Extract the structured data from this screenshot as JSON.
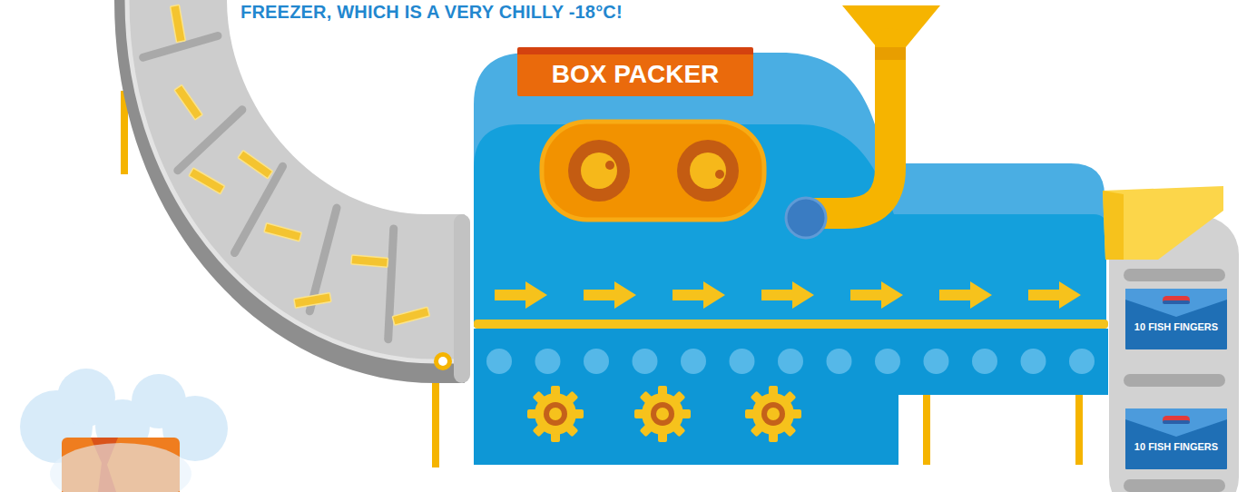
{
  "diagram": {
    "nodes": [
      {
        "text": [
          "BOX PACKER"
        ]
      },
      {
        "text": [
          "10 FISH FINGERS"
        ]
      },
      {
        "text": [
          "10 FISH FINGERS"
        ]
      }
    ],
    "labels": [
      "FREEZER, WHICH IS A VERY CHILLY -18°C!"
    ]
  }
}
